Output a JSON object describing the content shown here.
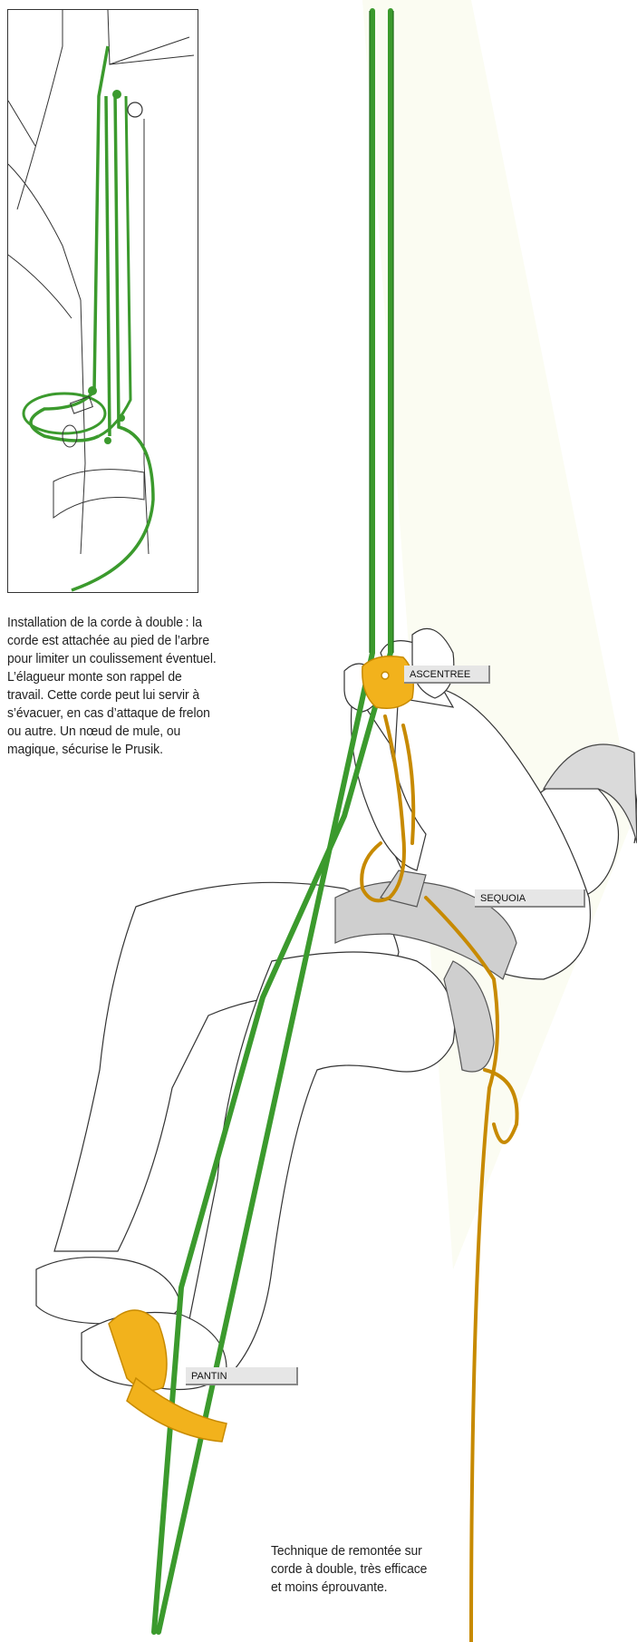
{
  "captions": {
    "top": "Installation de la corde à double : la corde est attachée au pied de l’arbre pour limiter un coulissement éventuel. L’élagueur monte son rappel de travail. Cette corde peut lui servir à s’évacuer, en cas d’attaque de frelon ou autre. Un nœud de mule, ou magique, sécurise le Prusik.",
    "bottom": "Technique de remontée sur corde à double, très efficace et moins éprouvante."
  },
  "labels": {
    "ascentree": "ASCENTREE",
    "sequoia": "SEQUOIA",
    "pantin": "PANTIN"
  },
  "colors": {
    "rope_green": "#3b9a2d",
    "rope_green_dark": "#1f6b1a",
    "gear_yellow": "#f2b21c",
    "gear_yellow_dark": "#c78a00",
    "line_art": "#333333",
    "harness_grey": "#cfcfcf"
  }
}
